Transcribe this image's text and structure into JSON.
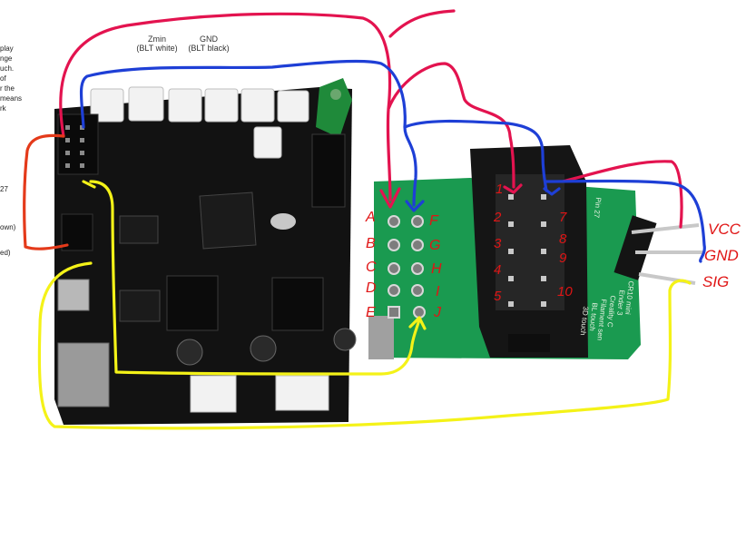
{
  "board_notes": {
    "lines": [
      "play",
      "nge",
      "uch.",
      "of",
      "r the",
      "means",
      "rk"
    ],
    "tag_27": "27",
    "tag_down": "own)",
    "tag_red": "ed)"
  },
  "connector_labels": {
    "zmin": "Zmin",
    "zmin_sub": "(BLT white)",
    "gnd": "GND",
    "gnd_sub": "(BLT black)"
  },
  "adapter": {
    "pin_letters": [
      "A",
      "B",
      "C",
      "D",
      "E",
      "F",
      "G",
      "H",
      "I",
      "J"
    ],
    "pin_numbers": [
      "1",
      "2",
      "3",
      "4",
      "5",
      "7",
      "8",
      "9",
      "10"
    ],
    "pin27": "Pin 27",
    "silk_lines": [
      "CR10 mini",
      "Ender 3",
      "Creality C",
      "Filament sen",
      "BL touch",
      "3D touch"
    ]
  },
  "bltouch_pins": [
    "VCC",
    "GND",
    "SIG"
  ],
  "wire_colors": {
    "red": "#e3134f",
    "blue": "#1e3fd6",
    "yellow": "#f4f218",
    "orange_red": "#e43a1a"
  }
}
